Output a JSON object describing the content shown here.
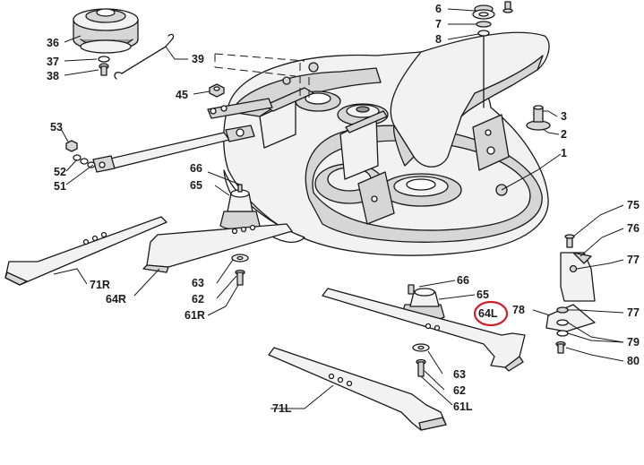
{
  "callouts": {
    "c1": "1",
    "c2": "2",
    "c3": "3",
    "c6": "6",
    "c7": "7",
    "c8": "8",
    "c36": "36",
    "c37": "37",
    "c38": "38",
    "c39": "39",
    "c45": "45",
    "c51": "51",
    "c52": "52",
    "c53": "53",
    "c61L": "61L",
    "c61R": "61R",
    "c62a": "62",
    "c62b": "62",
    "c63a": "63",
    "c63b": "63",
    "c64L": "64L",
    "c64R": "64R",
    "c65a": "65",
    "c65b": "65",
    "c66a": "66",
    "c66b": "66",
    "c71L": "71L",
    "c71R": "71R",
    "c75": "75",
    "c76": "76",
    "c77a": "77",
    "c77b": "77",
    "c78": "78",
    "c79": "79",
    "c80": "80"
  },
  "highlight": {
    "part": "64L",
    "color": "#d21f2b"
  }
}
